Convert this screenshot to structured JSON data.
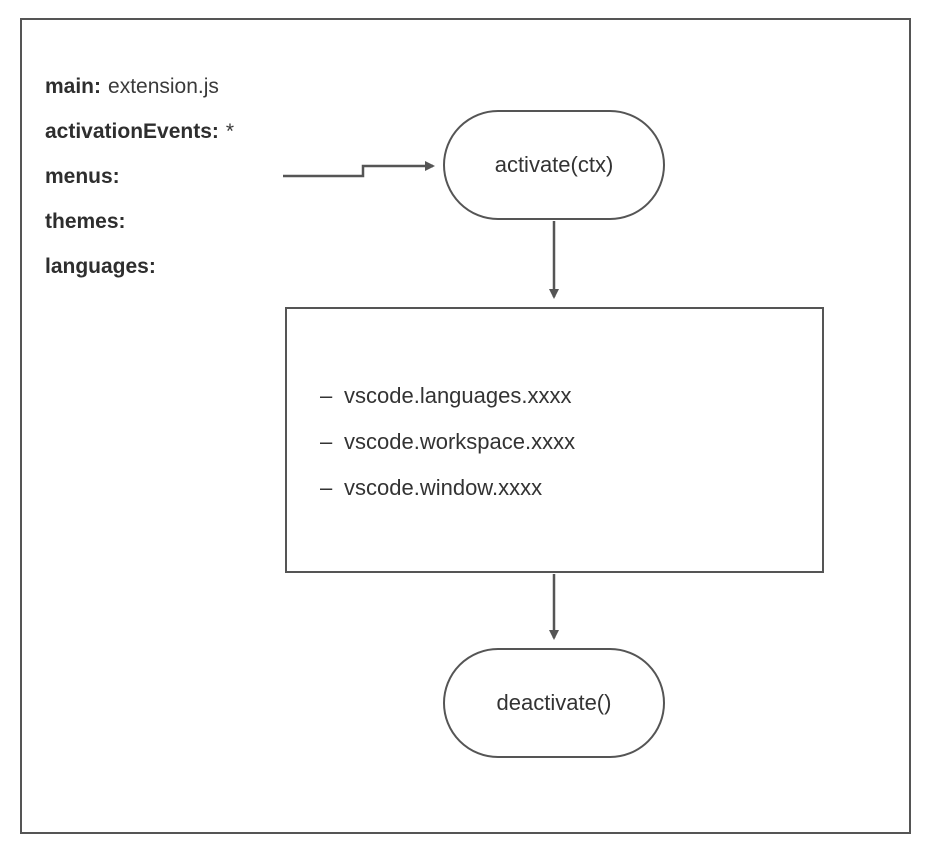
{
  "config": {
    "items": [
      {
        "key": "main:",
        "value": "extension.js"
      },
      {
        "key": "activationEvents:",
        "value": "*"
      },
      {
        "key": "menus:",
        "value": ""
      },
      {
        "key": "themes:",
        "value": ""
      },
      {
        "key": "languages:",
        "value": ""
      }
    ]
  },
  "flow": {
    "activate_label": "activate(ctx)",
    "deactivate_label": "deactivate()",
    "api_items": [
      "vscode.languages.xxxx",
      "vscode.workspace.xxxx",
      "vscode.window.xxxx"
    ],
    "bullet": "–"
  },
  "colors": {
    "stroke": "#555555",
    "text": "#333333",
    "background": "#ffffff"
  }
}
